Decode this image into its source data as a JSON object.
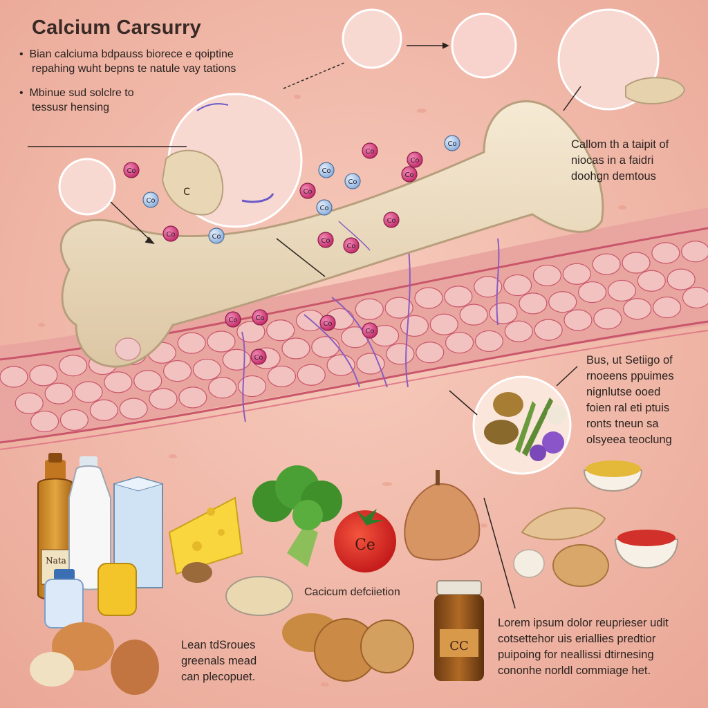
{
  "title": "Calcium Carsurry",
  "bullets": [
    {
      "line1": "Bian calciuma bdpauss biorece e qoiptine",
      "line2": "repahing wuht bepns te natule vay tations"
    },
    {
      "line1": "Mbinue sud solclre to",
      "line2": "tessusr hensing"
    }
  ],
  "right_note": {
    "lines": [
      "Callom th a taipit of",
      "niocas in a faidri",
      "doohgn demtous"
    ]
  },
  "veg_note": {
    "lines": [
      "Bus, ut Setiigo of",
      "rnoeens ppuimes",
      "nignlutse ooed",
      "foien ral eti ptuis",
      "ronts tneun sa",
      "olsyeea teoclung"
    ]
  },
  "deficiency_caption": "Cacicum defciietion",
  "greens_note": {
    "lines": [
      "Lean tdSroues",
      "greenals mead",
      "can plecopuet."
    ]
  },
  "lorem_note": {
    "lines": [
      "Lorem ipsum dolor reuprieser udit",
      "cotsettehor uis eriallies predtior",
      "puipoing for neallissi dtirnesing",
      "cononhe norldl commiage het."
    ]
  },
  "labels": {
    "ion": "C",
    "ion_alt": "Co",
    "tomato": "Ce",
    "jar": "CC",
    "bottle_label": "Nata"
  },
  "colors": {
    "background": "#f2b9aa",
    "bone": "#efdfc4",
    "ion_pink": "#d8457f",
    "ion_blue": "#a9c8ea",
    "ion_purple": "#b06be0"
  }
}
